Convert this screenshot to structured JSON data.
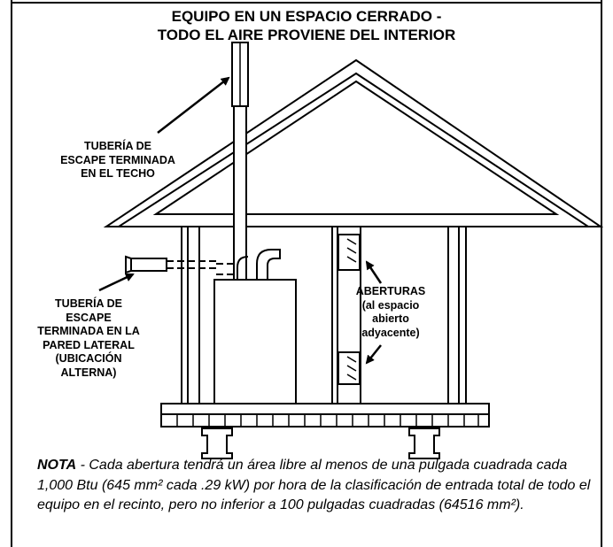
{
  "title": {
    "line1": "EQUIPO EN UN ESPACIO CERRADO -",
    "line2": "TODO EL AIRE PROVIENE DEL INTERIOR"
  },
  "labels": {
    "roof_vent": [
      "TUBERÍA DE",
      "ESCAPE TERMINADA",
      "EN EL TECHO"
    ],
    "openings": [
      "ABERTURAS",
      "(al espacio",
      "abierto",
      "adyacente)"
    ],
    "side_vent": [
      "TUBERÍA DE",
      "ESCAPE",
      "TERMINADA EN LA",
      "PARED LATERAL",
      "(UBICACIÓN",
      "ALTERNA)"
    ]
  },
  "note": {
    "prefix": "NOTA",
    "text": " - Cada abertura tendrá un área libre al menos de una pulgada cuadrada cada 1,000 Btu (645 mm² cada .29 kW) por hora de la clasificación de entrada total de todo el equipo en el recinto, pero no inferior a 100 pulgadas cuadradas (64516 mm²)."
  }
}
